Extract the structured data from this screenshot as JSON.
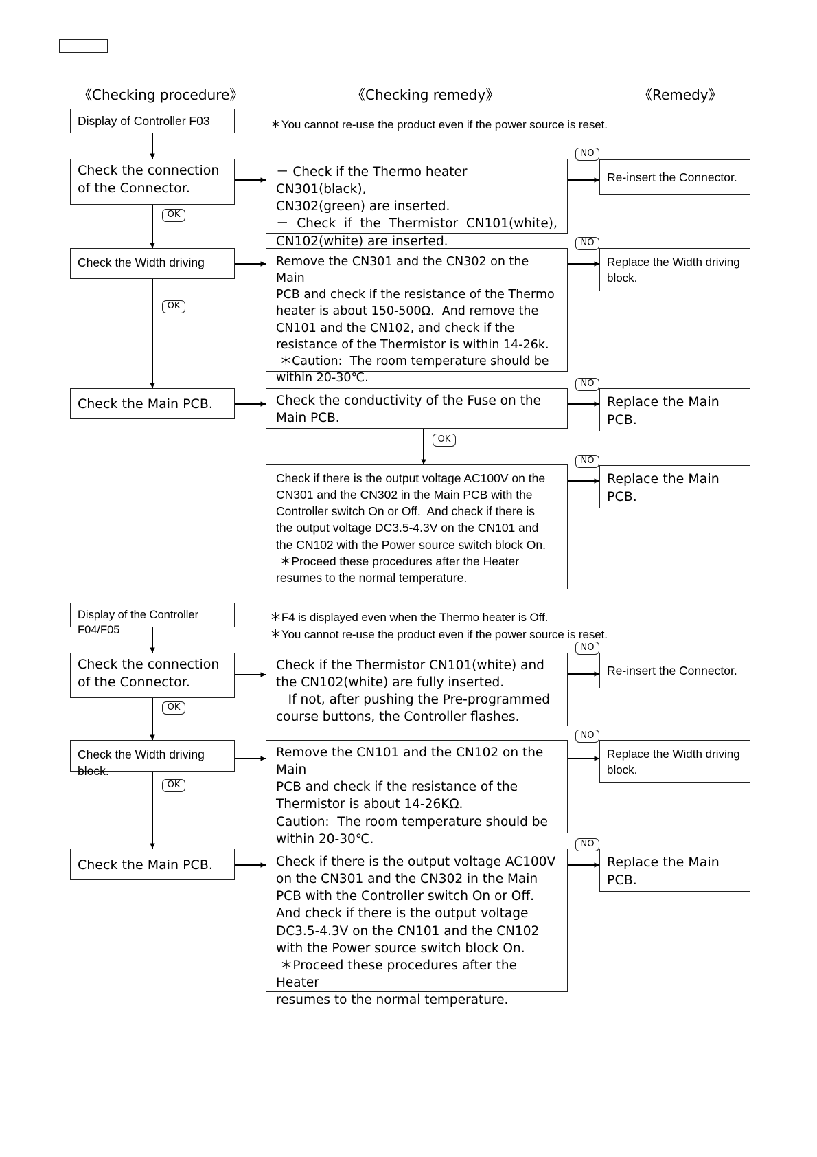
{
  "headers": {
    "procedure": "《Checking procedure》",
    "remedy_check": "《Checking remedy》",
    "remedy": "《Remedy》"
  },
  "labels": {
    "ok": "OK",
    "no": "NO"
  },
  "section_f03": {
    "start": "Display of Controller F03",
    "note": "＊You cannot re-use the product even if the power source is reset.",
    "steps": [
      {
        "procedure": "Check the connection of the Connector.",
        "check_lines": [
          "－ Check if the Thermo heater CN301(black),",
          "CN302(green) are inserted.",
          "－  Check  if  the  Thermistor  CN101(white),",
          "CN102(white) are inserted."
        ],
        "remedy": "Re-insert the Connector."
      },
      {
        "procedure": "Check the Width driving",
        "check_lines": [
          "Remove the CN301 and the CN302 on the Main",
          "PCB and check if the resistance of the Thermo",
          "heater is about 150-500Ω.  And remove the",
          "CN101 and the CN102, and check if the",
          "resistance of the Thermistor is within 14-26k.",
          " ＊Caution:  The room temperature should be",
          "within 20-30℃."
        ],
        "remedy_lines": [
          "Replace the Width driving",
          "block."
        ]
      },
      {
        "procedure": "Check the Main PCB.",
        "check_lines": [
          "Check the conductivity of the Fuse on the",
          "Main PCB."
        ],
        "remedy_lines": [
          "Replace the Main",
          "PCB."
        ],
        "check2_lines": [
          "Check if there is the output voltage AC100V on the",
          "CN301 and the CN302 in the Main PCB with the",
          "Controller switch On or Off.  And check if there is",
          "the output voltage DC3.5-4.3V on the CN101 and",
          "the CN102 with the Power source switch block On.",
          " ＊Proceed these procedures after the Heater",
          "resumes to the normal temperature."
        ],
        "remedy2_lines": [
          "Replace the Main",
          "PCB."
        ]
      }
    ]
  },
  "section_f04": {
    "start": "Display of the Controller F04/F05",
    "notes": [
      "＊F4 is displayed even when the Thermo heater is Off.",
      "＊You cannot re-use the product even if the power source is reset."
    ],
    "steps": [
      {
        "procedure": "Check the connection of the Connector.",
        "check_lines": [
          "Check if the Thermistor CN101(white) and",
          "the CN102(white) are fully inserted.",
          "   If not, after pushing the Pre-programmed",
          "course buttons, the Controller flashes."
        ],
        "remedy": "Re-insert the Connector."
      },
      {
        "procedure": "Check the Width driving block.",
        "check_lines": [
          "Remove the CN101 and the CN102 on the Main",
          "PCB and check if the resistance of the",
          "Thermistor is about 14-26KΩ.",
          "Caution:  The room temperature should be",
          "within 20-30℃."
        ],
        "remedy_lines": [
          "Replace the Width driving",
          "block."
        ]
      },
      {
        "procedure": "Check the Main PCB.",
        "check_lines": [
          "Check if there is the output voltage AC100V",
          "on the CN301 and the CN302 in the Main",
          "PCB with the Controller switch On or Off.",
          "And check if there is the output voltage",
          "DC3.5-4.3V on the CN101 and the CN102",
          "with the Power source switch block On.",
          " ＊Proceed these procedures after the Heater",
          "resumes to the normal temperature."
        ],
        "remedy_lines": [
          "Replace the Main",
          "PCB."
        ]
      }
    ]
  }
}
